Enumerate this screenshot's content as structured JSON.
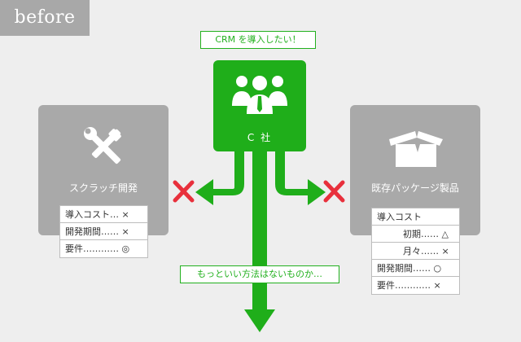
{
  "tag": "before",
  "callout_top": "CRM を導入したい！",
  "callout_bottom": "もっといい方法はないものか…",
  "company": {
    "label": "C 社",
    "icon": "people-group-icon"
  },
  "left_option": {
    "label": "スクラッチ開発",
    "icon": "tools-icon",
    "items": [
      {
        "text": "導入コスト… ×"
      },
      {
        "text": "開発期間…… ×"
      },
      {
        "text": "要件………… ◎"
      }
    ]
  },
  "right_option": {
    "label": "既存パッケージ製品",
    "icon": "package-box-icon",
    "items": [
      {
        "text": "導入コスト"
      },
      {
        "text": "初期…… △"
      },
      {
        "text": "月々…… ×"
      },
      {
        "text": "開発期間…… ○"
      },
      {
        "text": "要件………… ×"
      }
    ]
  },
  "colors": {
    "green": "#1fae1a",
    "red": "#e8303c",
    "gray": "#a9a9a9",
    "background": "#eeeeee"
  }
}
